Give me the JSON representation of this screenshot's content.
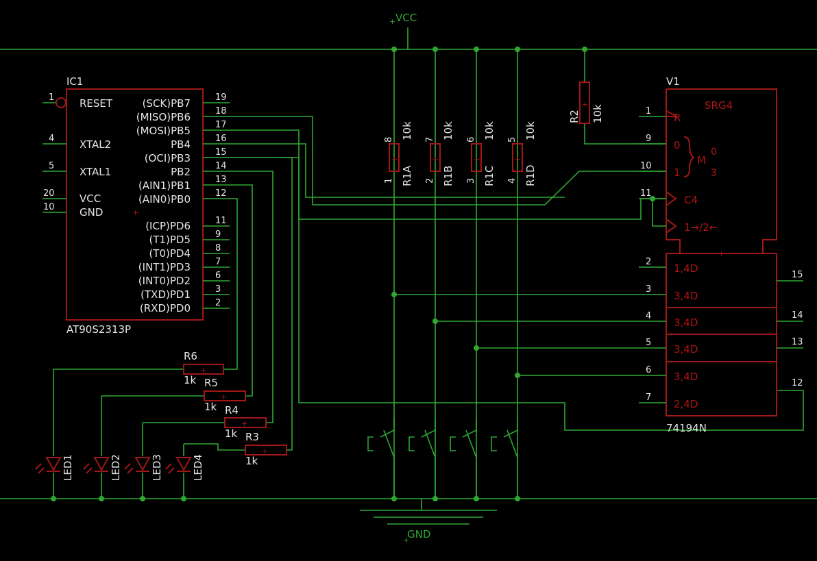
{
  "supply": {
    "vcc": "VCC",
    "gnd": "GND"
  },
  "ic1": {
    "ref": "IC1",
    "value": "AT90S2313P",
    "left_pins": [
      {
        "num": "1",
        "name": "RESET"
      },
      {
        "num": "4",
        "name": "XTAL2"
      },
      {
        "num": "5",
        "name": "XTAL1"
      },
      {
        "num": "20",
        "name": "VCC"
      },
      {
        "num": "10",
        "name": "GND"
      }
    ],
    "right_pins": [
      {
        "num": "19",
        "name": "(SCK)PB7"
      },
      {
        "num": "18",
        "name": "(MISO)PB6"
      },
      {
        "num": "17",
        "name": "(MOSI)PB5"
      },
      {
        "num": "16",
        "name": "PB4"
      },
      {
        "num": "15",
        "name": "(OCI)PB3"
      },
      {
        "num": "14",
        "name": "PB2"
      },
      {
        "num": "13",
        "name": "(AIN1)PB1"
      },
      {
        "num": "12",
        "name": "(AIN0)PB0"
      },
      {
        "num": "11",
        "name": "(ICP)PD6"
      },
      {
        "num": "9",
        "name": "(T1)PD5"
      },
      {
        "num": "8",
        "name": "(T0)PD4"
      },
      {
        "num": "7",
        "name": "(INT1)PD3"
      },
      {
        "num": "6",
        "name": "(INT0)PD2"
      },
      {
        "num": "3",
        "name": "(TXD)PD1"
      },
      {
        "num": "2",
        "name": "(RXD)PD0"
      }
    ]
  },
  "resistor_array": [
    {
      "ref": "R1A",
      "value": "10k",
      "pin_top": "8",
      "pin_bottom": "1"
    },
    {
      "ref": "R1B",
      "value": "10k",
      "pin_top": "7",
      "pin_bottom": "2"
    },
    {
      "ref": "R1C",
      "value": "10k",
      "pin_top": "6",
      "pin_bottom": "3"
    },
    {
      "ref": "R1D",
      "value": "10k",
      "pin_top": "5",
      "pin_bottom": "4"
    }
  ],
  "r2": {
    "ref": "R2",
    "value": "10k"
  },
  "led_resistors": [
    {
      "ref": "R6",
      "value": "1k"
    },
    {
      "ref": "R5",
      "value": "1k"
    },
    {
      "ref": "R4",
      "value": "1k"
    },
    {
      "ref": "R3",
      "value": "1k"
    }
  ],
  "leds": [
    "LED1",
    "LED2",
    "LED3",
    "LED4"
  ],
  "v1": {
    "ref": "V1",
    "value": "74194N",
    "title": "SRG4",
    "control_pins": [
      {
        "num": "1",
        "label": "R"
      },
      {
        "num": "9",
        "label": "0"
      },
      {
        "num": "10",
        "label": "1"
      },
      {
        "num": "11",
        "label": "C4"
      }
    ],
    "mode_label": "M",
    "mode_sup": "0",
    "mode_sub": "3",
    "shift_label": "1→/2←",
    "data_inputs": [
      {
        "num": "2",
        "label": "1,4D"
      },
      {
        "num": "3",
        "label": "3,4D"
      },
      {
        "num": "4",
        "label": "3,4D"
      },
      {
        "num": "5",
        "label": "3,4D"
      },
      {
        "num": "6",
        "label": "3,4D"
      },
      {
        "num": "7",
        "label": "2,4D"
      }
    ],
    "outputs": [
      "15",
      "14",
      "13",
      "12"
    ]
  }
}
